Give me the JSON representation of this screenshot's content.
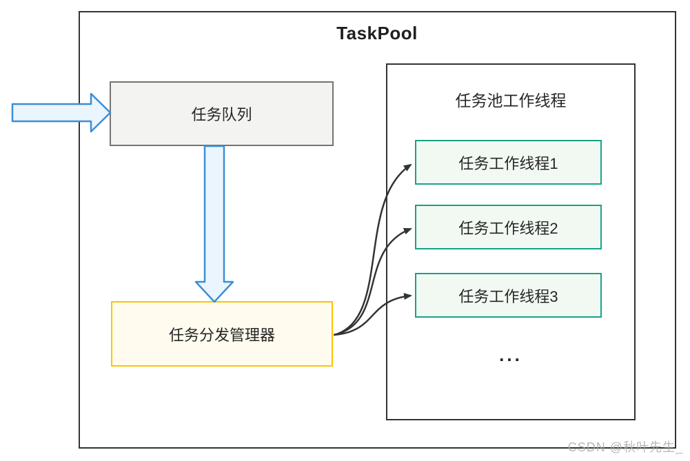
{
  "diagram": {
    "title": "TaskPool",
    "task_queue": {
      "label": "任务队列"
    },
    "dispatcher": {
      "label": "任务分发管理器"
    },
    "worker_panel": {
      "title": "任务池工作线程",
      "workers": [
        {
          "label": "任务工作线程1"
        },
        {
          "label": "任务工作线程2"
        },
        {
          "label": "任务工作线程3"
        }
      ],
      "ellipsis": "..."
    },
    "connectors": [
      {
        "from": "dispatcher",
        "to": "worker-1"
      },
      {
        "from": "dispatcher",
        "to": "worker-2"
      },
      {
        "from": "dispatcher",
        "to": "worker-3"
      }
    ],
    "watermark": "CSDN @秋叶先生_",
    "colors": {
      "outer_border": "#333333",
      "queue_fill": "#f3f3f1",
      "queue_border": "#737373",
      "dispatcher_fill": "#fffbee",
      "dispatcher_border": "#fdc300",
      "worker_fill": "#f2f9f3",
      "worker_border": "#17a287",
      "block_arrow_fill": "#eaf5fd",
      "block_arrow_border": "#3b8ed6",
      "connector_stroke": "#333333",
      "text": "#262626"
    }
  }
}
